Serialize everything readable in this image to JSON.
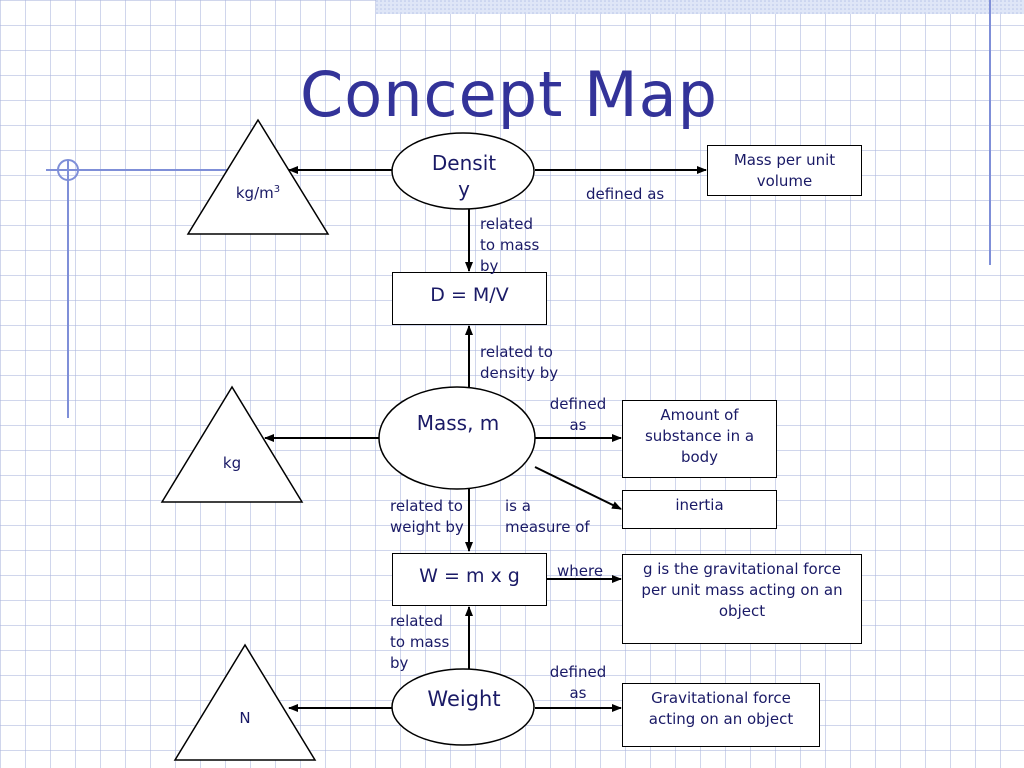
{
  "title": "Concept Map",
  "concepts": {
    "density": [
      "Densit",
      "y"
    ],
    "mass": "Mass, m",
    "weight": "Weight"
  },
  "formulas": {
    "density": "D = M/V",
    "weight": "W = m x g"
  },
  "units": {
    "density": {
      "base": "kg/m",
      "sup": "3"
    },
    "mass": "kg",
    "weight": "N"
  },
  "definitions": {
    "density": [
      "Mass per unit",
      "volume"
    ],
    "mass": [
      "Amount of",
      "substance in a",
      "body"
    ],
    "inertia": "inertia",
    "g": [
      "g is the gravitational force",
      "per unit mass acting on an",
      "object"
    ],
    "weight": [
      "Gravitational force",
      "acting on an object"
    ]
  },
  "links": {
    "density_defined_as": "defined as",
    "density_related": [
      "related",
      "to mass",
      "by"
    ],
    "mass_related_density": [
      "related to",
      "density by"
    ],
    "mass_defined_as": [
      "defined",
      "as"
    ],
    "mass_related_weight": [
      "related to",
      "weight by"
    ],
    "mass_measure_of": [
      "is a",
      "measure of"
    ],
    "where": "where",
    "weight_related": [
      "related",
      "to mass",
      "by"
    ],
    "weight_defined_as": [
      "defined",
      "as"
    ]
  },
  "colors": {
    "title": "#333399",
    "text": "#1a1a66",
    "grid": "#aab4dc",
    "deco": "#7f8fd8",
    "band": "#cdd6f0"
  }
}
